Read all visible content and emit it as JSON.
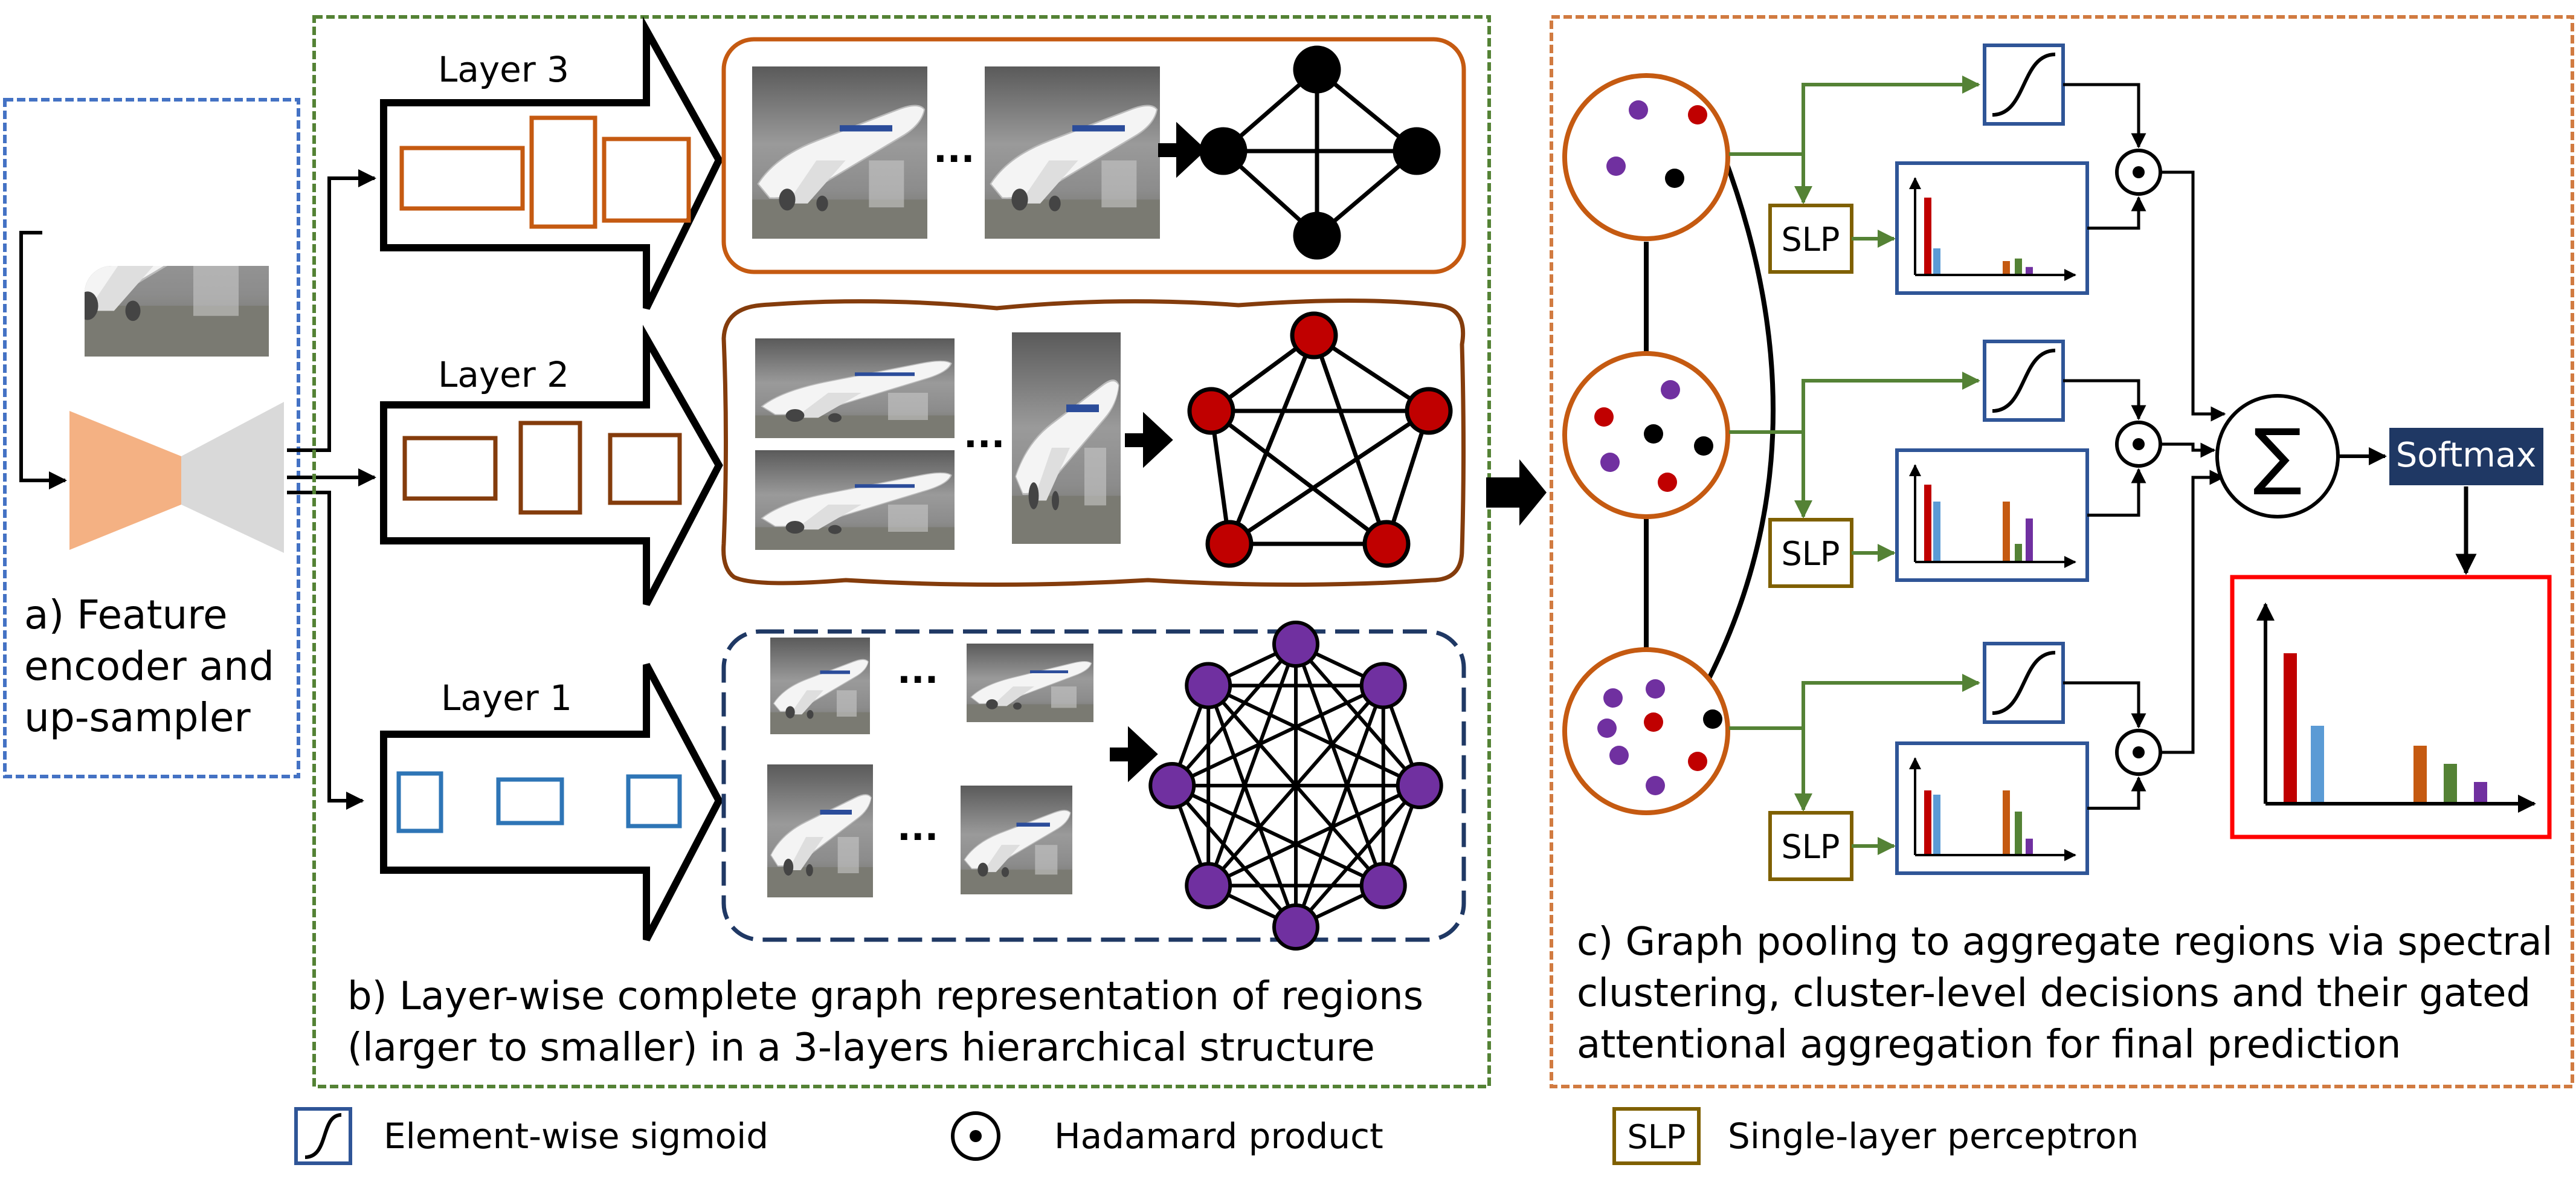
{
  "panel_a": {
    "caption_lines": [
      "a) Feature",
      "encoder and",
      "up-sampler"
    ]
  },
  "panel_b": {
    "layer_labels": [
      "Layer 3",
      "Layer 2",
      "Layer 1"
    ],
    "ellipsis": "...",
    "caption_lines": [
      "b) Layer-wise complete graph representation of regions",
      "(larger to smaller) in a 3-layers hierarchical structure"
    ]
  },
  "panel_c": {
    "slp_label": "SLP",
    "sum_symbol": "∑",
    "softmax_label": "Softmax",
    "caption_lines": [
      "c) Graph pooling to aggregate regions via spectral",
      "clustering, cluster-level decisions and their gated",
      "attentional aggregation for final prediction"
    ]
  },
  "legend": {
    "sigmoid_text": "Element-wise sigmoid",
    "hadamard_text": "Hadamard product",
    "slp_box_label": "SLP",
    "slp_text": "Single-layer perceptron"
  },
  "colors": {
    "layer3_region": "#c55a11",
    "layer2_region": "#843c0c",
    "layer1_region": "#2e75b6",
    "graph_black": "#000000",
    "graph_red": "#c00000",
    "graph_purple": "#7030a0",
    "panel_a_border": "#4472c4",
    "panel_b_border": "#548235",
    "panel_c_border": "#c55a11",
    "slp_border": "#7f6000",
    "sigmoid_border": "#2f5597",
    "softmax_fill": "#1f3864",
    "output_border": "#ff0000",
    "green_arrow": "#548235",
    "bar_red": "#c00000",
    "bar_blue": "#5b9bd5",
    "bar_orange": "#c55a11",
    "bar_green": "#548235",
    "bar_purple": "#7030a0"
  },
  "output_distribution": [
    {
      "color": "red",
      "value": 0.82
    },
    {
      "color": "blue",
      "value": 0.42
    },
    {
      "color": "orange",
      "value": 0.31
    },
    {
      "color": "green",
      "value": 0.21
    },
    {
      "color": "purple",
      "value": 0.11
    }
  ]
}
